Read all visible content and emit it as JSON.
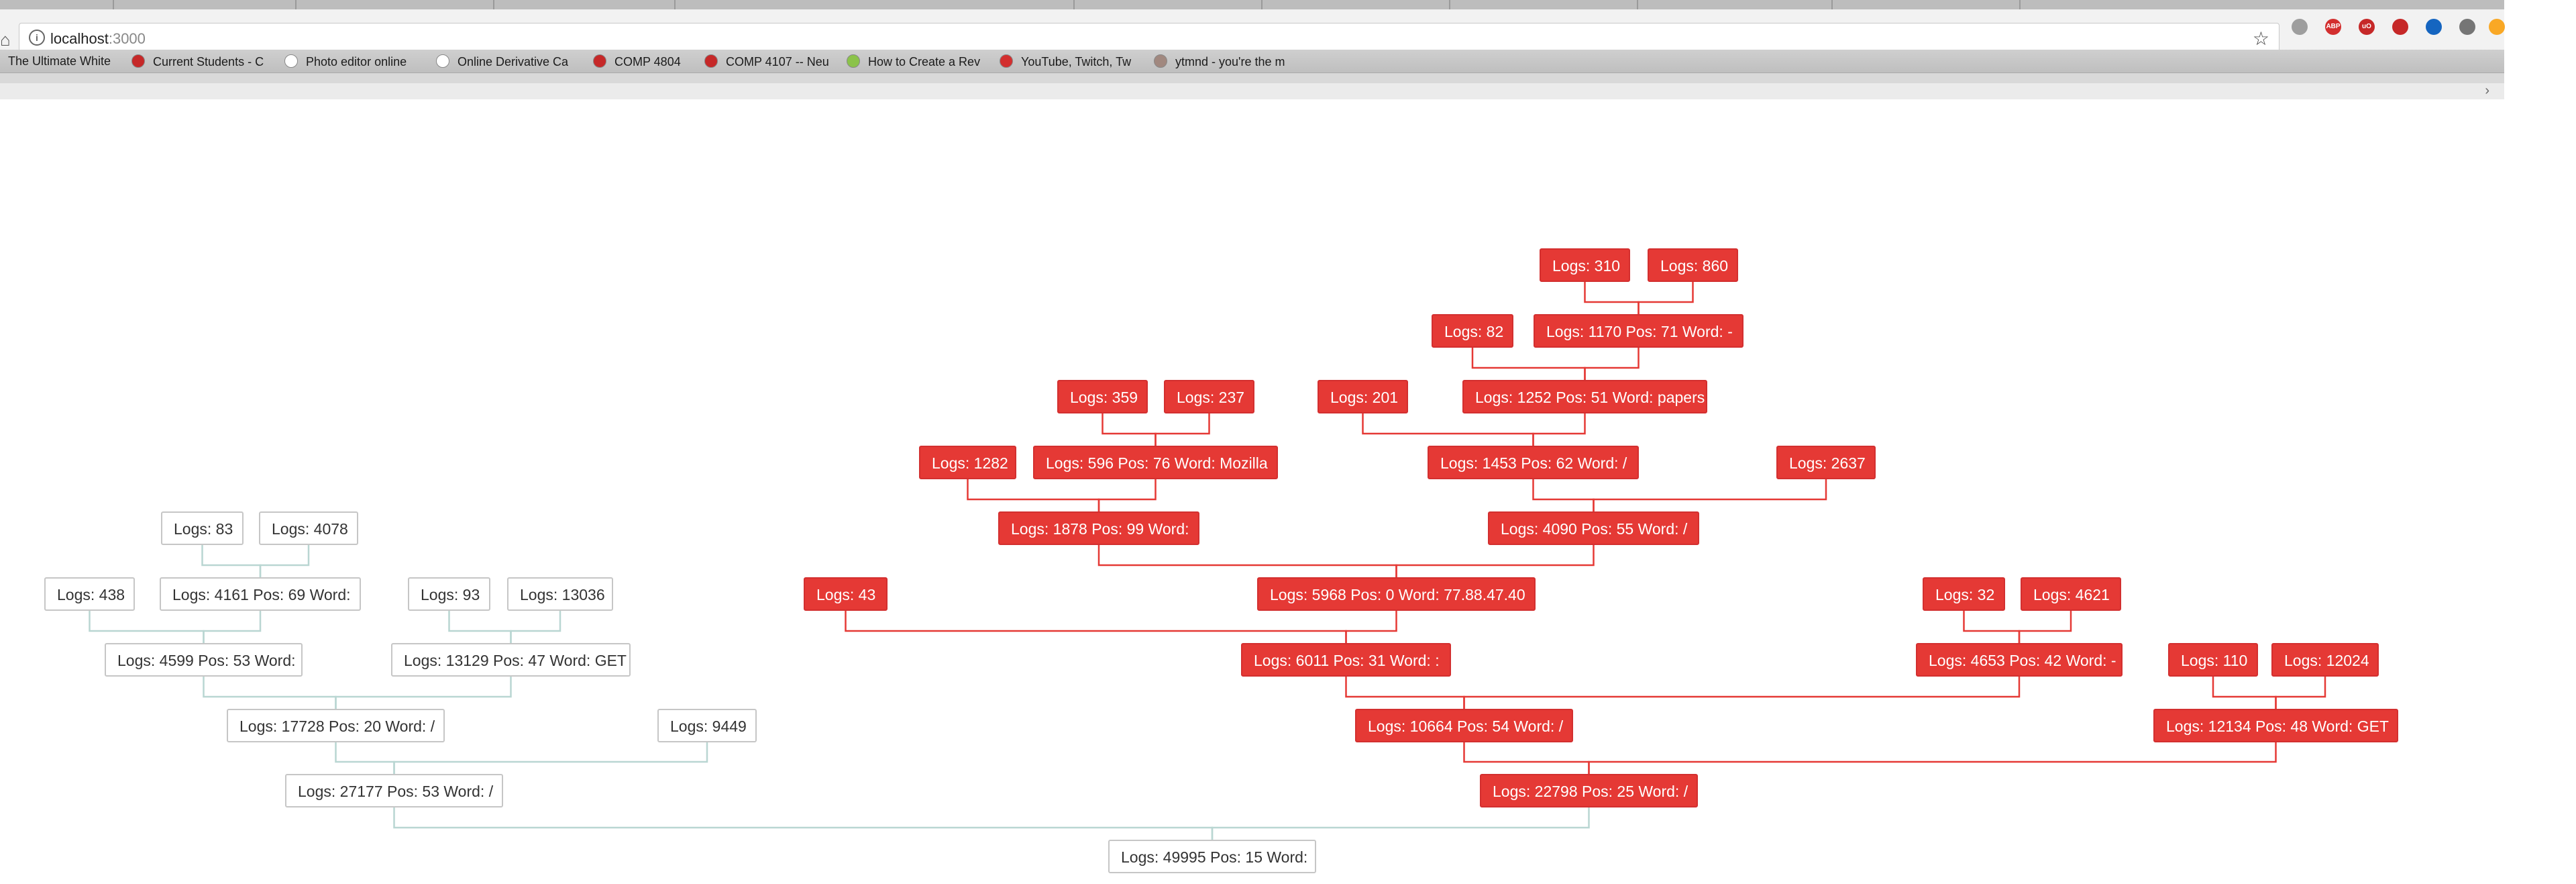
{
  "browser": {
    "url_host": "localhost",
    "url_port": ":3000",
    "icons": {
      "home": "home-icon",
      "info": "info-icon",
      "star": "star-icon",
      "chevron": "chevron-right-icon"
    },
    "extensions": [
      {
        "name": "extension-icon-1",
        "color": "#9e9e9e"
      },
      {
        "name": "abp-icon",
        "color": "#d32f2f",
        "text": "ABP"
      },
      {
        "name": "ublock-icon",
        "color": "#c62828",
        "text": "uO"
      },
      {
        "name": "extension-icon-4",
        "color": "#c62828"
      },
      {
        "name": "extension-icon-5",
        "color": "#1565c0"
      },
      {
        "name": "extension-icon-6",
        "color": "#757575"
      },
      {
        "name": "extension-icon-7",
        "color": "#f9a825"
      }
    ]
  },
  "bookmarks": [
    {
      "label": "The Ultimate White",
      "color": "#bdbdbd"
    },
    {
      "label": "Current Students - C",
      "color": "#c62828"
    },
    {
      "label": "Photo editor online",
      "color": "#ffffff"
    },
    {
      "label": "Online Derivative Ca",
      "color": "#ffffff"
    },
    {
      "label": "COMP 4804",
      "color": "#c62828"
    },
    {
      "label": "COMP 4107 -- Neu",
      "color": "#c62828"
    },
    {
      "label": "How to Create a Rev",
      "color": "#8bc34a"
    },
    {
      "label": "YouTube, Twitch, Tw",
      "color": "#d32f2f"
    },
    {
      "label": "ytmnd - you're the m",
      "color": "#a1887f"
    }
  ],
  "tree": {
    "colors": {
      "red": "#e53935",
      "grey_line": "#b9d6d2"
    },
    "nodes": [
      {
        "id": "root",
        "label": "Logs: 49995 Pos: 15 Word:",
        "color": "grey"
      },
      {
        "id": "g1",
        "label": "Logs: 27177 Pos: 53 Word: /",
        "color": "grey"
      },
      {
        "id": "g2",
        "label": "Logs: 17728 Pos: 20 Word: /",
        "color": "grey"
      },
      {
        "id": "g3",
        "label": "Logs: 9449",
        "color": "grey"
      },
      {
        "id": "g4",
        "label": "Logs: 4599 Pos: 53 Word:",
        "color": "grey"
      },
      {
        "id": "g5",
        "label": "Logs: 13129 Pos: 47 Word: GET",
        "color": "grey"
      },
      {
        "id": "g6",
        "label": "Logs: 438",
        "color": "grey"
      },
      {
        "id": "g7",
        "label": "Logs: 4161 Pos: 69 Word:",
        "color": "grey"
      },
      {
        "id": "g8",
        "label": "Logs: 93",
        "color": "grey"
      },
      {
        "id": "g9",
        "label": "Logs: 13036",
        "color": "grey"
      },
      {
        "id": "g10",
        "label": "Logs: 83",
        "color": "grey"
      },
      {
        "id": "g11",
        "label": "Logs: 4078",
        "color": "grey"
      },
      {
        "id": "r1",
        "label": "Logs: 22798 Pos: 25 Word: /",
        "color": "red"
      },
      {
        "id": "r2",
        "label": "Logs: 10664 Pos: 54 Word: /",
        "color": "red"
      },
      {
        "id": "r3",
        "label": "Logs: 12134 Pos: 48 Word: GET",
        "color": "red"
      },
      {
        "id": "r4",
        "label": "Logs: 6011 Pos: 31 Word: :",
        "color": "red"
      },
      {
        "id": "r5",
        "label": "Logs: 4653 Pos: 42 Word: -",
        "color": "red"
      },
      {
        "id": "r6",
        "label": "Logs: 110",
        "color": "red"
      },
      {
        "id": "r7",
        "label": "Logs: 12024",
        "color": "red"
      },
      {
        "id": "r8",
        "label": "Logs: 43",
        "color": "red"
      },
      {
        "id": "r9",
        "label": "Logs: 5968 Pos: 0 Word: 77.88.47.40",
        "color": "red"
      },
      {
        "id": "r10",
        "label": "Logs: 32",
        "color": "red"
      },
      {
        "id": "r11",
        "label": "Logs: 4621",
        "color": "red"
      },
      {
        "id": "r12",
        "label": "Logs: 1878 Pos: 99 Word:",
        "color": "red"
      },
      {
        "id": "r13",
        "label": "Logs: 4090 Pos: 55 Word: /",
        "color": "red"
      },
      {
        "id": "r14",
        "label": "Logs: 1282",
        "color": "red"
      },
      {
        "id": "r15",
        "label": "Logs: 596 Pos: 76 Word: Mozilla",
        "color": "red"
      },
      {
        "id": "r16",
        "label": "Logs: 1453 Pos: 62 Word: /",
        "color": "red"
      },
      {
        "id": "r17",
        "label": "Logs: 2637",
        "color": "red"
      },
      {
        "id": "r18",
        "label": "Logs: 359",
        "color": "red"
      },
      {
        "id": "r19",
        "label": "Logs: 237",
        "color": "red"
      },
      {
        "id": "r20",
        "label": "Logs: 201",
        "color": "red"
      },
      {
        "id": "r21",
        "label": "Logs: 1252 Pos: 51 Word: papers",
        "color": "red"
      },
      {
        "id": "r22",
        "label": "Logs: 82",
        "color": "red"
      },
      {
        "id": "r23",
        "label": "Logs: 1170 Pos: 71 Word: -",
        "color": "red"
      },
      {
        "id": "r24",
        "label": "Logs: 310",
        "color": "red"
      },
      {
        "id": "r25",
        "label": "Logs: 860",
        "color": "red"
      }
    ],
    "edges": [
      [
        "root",
        "g1"
      ],
      [
        "root",
        "r1"
      ],
      [
        "g1",
        "g2"
      ],
      [
        "g1",
        "g3"
      ],
      [
        "g2",
        "g4"
      ],
      [
        "g2",
        "g5"
      ],
      [
        "g4",
        "g6"
      ],
      [
        "g4",
        "g7"
      ],
      [
        "g7",
        "g10"
      ],
      [
        "g7",
        "g11"
      ],
      [
        "g5",
        "g8"
      ],
      [
        "g5",
        "g9"
      ],
      [
        "r1",
        "r2"
      ],
      [
        "r1",
        "r3"
      ],
      [
        "r2",
        "r4"
      ],
      [
        "r2",
        "r5"
      ],
      [
        "r3",
        "r6"
      ],
      [
        "r3",
        "r7"
      ],
      [
        "r4",
        "r8"
      ],
      [
        "r4",
        "r9"
      ],
      [
        "r5",
        "r10"
      ],
      [
        "r5",
        "r11"
      ],
      [
        "r9",
        "r12"
      ],
      [
        "r9",
        "r13"
      ],
      [
        "r12",
        "r14"
      ],
      [
        "r12",
        "r15"
      ],
      [
        "r15",
        "r18"
      ],
      [
        "r15",
        "r19"
      ],
      [
        "r13",
        "r16"
      ],
      [
        "r13",
        "r17"
      ],
      [
        "r16",
        "r20"
      ],
      [
        "r16",
        "r21"
      ],
      [
        "r21",
        "r22"
      ],
      [
        "r21",
        "r23"
      ],
      [
        "r23",
        "r24"
      ],
      [
        "r23",
        "r25"
      ]
    ]
  }
}
